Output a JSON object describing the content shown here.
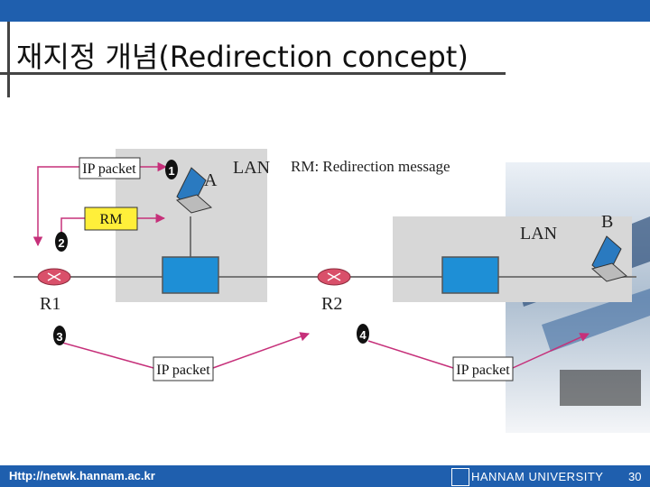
{
  "slide": {
    "title": "재지정 개념(Redirection concept)",
    "page_number": "30"
  },
  "footer": {
    "url": "Http://netwk.hannam.ac.kr",
    "university": "HANNAM  UNIVERSITY"
  },
  "diagram": {
    "legend": "RM: Redirection message",
    "lan_left": "LAN",
    "lan_right": "LAN",
    "host_a": "A",
    "host_b": "B",
    "router1": "R1",
    "router2": "R2",
    "ip_packet_1": "IP packet",
    "rm_box": "RM",
    "ip_packet_3": "IP packet",
    "ip_packet_4": "IP packet",
    "step1": "1",
    "step2": "2",
    "step3": "3",
    "step4": "4"
  },
  "colors": {
    "header_bar": "#1f5fae",
    "lan_fill": "#d7d7d7",
    "switch_fill": "#1e8fd6",
    "router_fill": "#d9506a",
    "arrow": "#c6307a",
    "rm_fill": "#ffef3a"
  }
}
